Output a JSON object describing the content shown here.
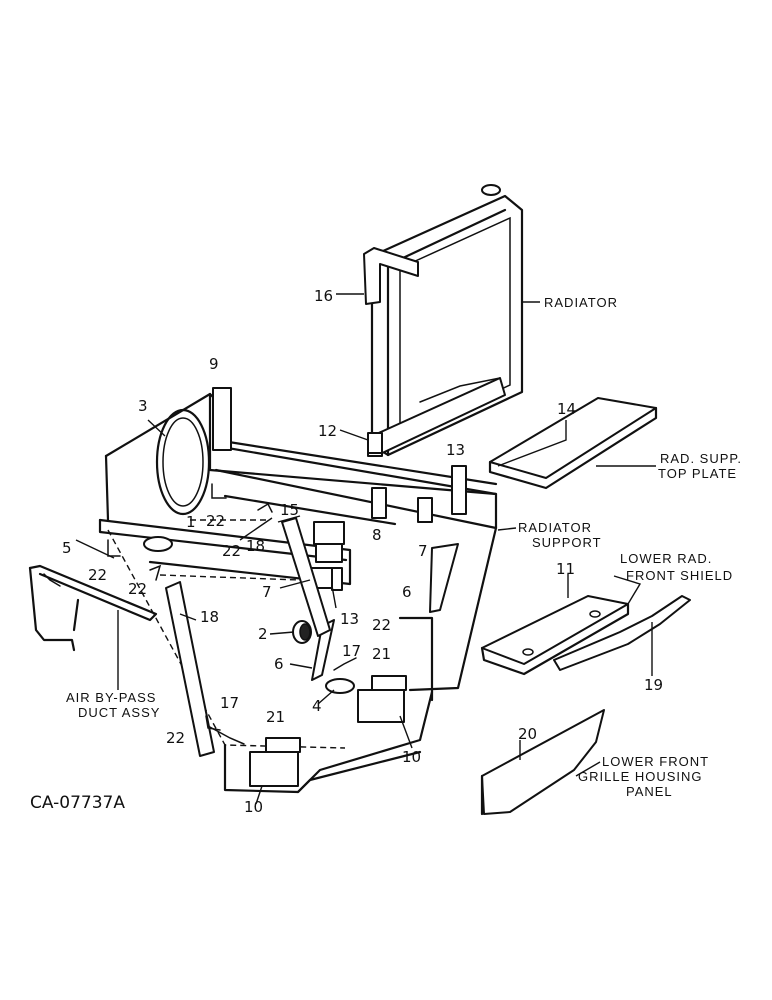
{
  "catalog_number": "CA-07737A",
  "callouts": {
    "c1": "1",
    "c2": "2",
    "c3": "3",
    "c4": "4",
    "c5": "5",
    "c6a": "6",
    "c6b": "6",
    "c7a": "7",
    "c7b": "7",
    "c8": "8",
    "c9": "9",
    "c10a": "10",
    "c10b": "10",
    "c11": "11",
    "c12": "12",
    "c13a": "13",
    "c13b": "13",
    "c14": "14",
    "c15": "15",
    "c16": "16",
    "c17a": "17",
    "c17b": "17",
    "c18a": "18",
    "c18b": "18",
    "c19": "19",
    "c20": "20",
    "c21a": "21",
    "c21b": "21",
    "c22a": "22",
    "c22b": "22",
    "c22c": "22",
    "c22d": "22",
    "c22e": "22",
    "c22f": "22"
  },
  "labels": {
    "radiator": "RADIATOR",
    "rad_supp_top_plate_1": "RAD. SUPP.",
    "rad_supp_top_plate_2": "TOP PLATE",
    "radiator_support_1": "RADIATOR",
    "radiator_support_2": "SUPPORT",
    "lower_rad_front_shield_1": "LOWER RAD.",
    "lower_rad_front_shield_2": "FRONT SHIELD",
    "air_bypass_1": "AIR BY-PASS",
    "air_bypass_2": "DUCT ASSY",
    "lower_front_grille_1": "LOWER FRONT",
    "lower_front_grille_2": "GRILLE HOUSING",
    "lower_front_grille_3": "PANEL"
  }
}
